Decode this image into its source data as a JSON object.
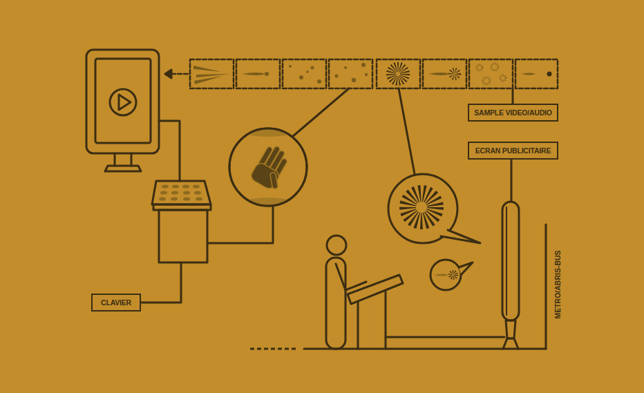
{
  "diagram": {
    "nodes": [
      {
        "text": [
          "SAMPLE VIDEO/AUDIO"
        ]
      },
      {
        "text": [
          "ECRAN PUBLICITAIRE"
        ]
      },
      {
        "text": [
          "CLAVIER"
        ]
      }
    ],
    "labels": [
      "METRO/ABRIS-BUS"
    ]
  }
}
